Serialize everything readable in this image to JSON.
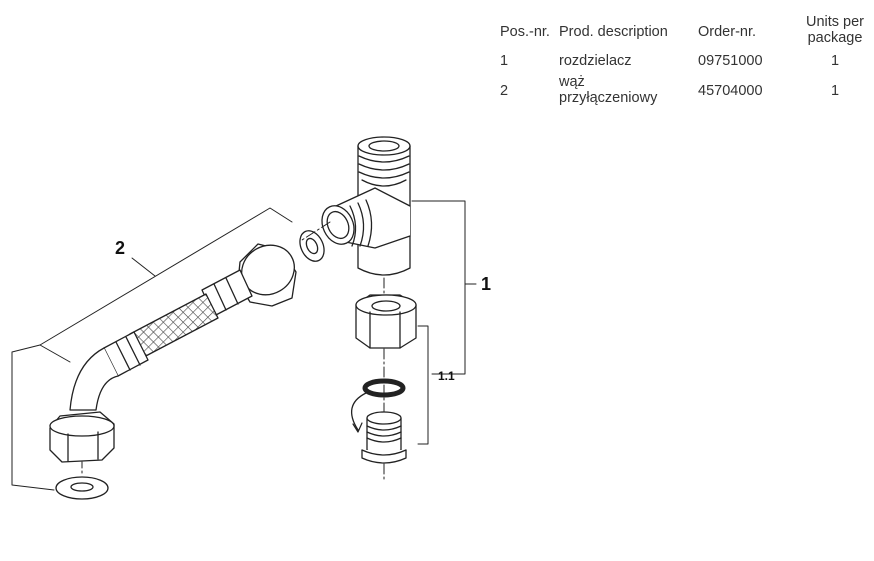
{
  "table": {
    "headers": {
      "pos": "Pos.-nr.",
      "description": "Prod. description",
      "order": "Order-nr.",
      "units": "Units per package"
    },
    "rows": [
      {
        "pos": "1",
        "description": "rozdzielacz",
        "order": "09751000",
        "units": "1"
      },
      {
        "pos": "2",
        "description": "wąż przyłączeniowy",
        "order": "45704000",
        "units": "1"
      }
    ]
  },
  "callouts": {
    "part1": "1",
    "part11": "1.1",
    "part2": "2"
  },
  "colors": {
    "line": "#222222",
    "text": "#333333"
  }
}
